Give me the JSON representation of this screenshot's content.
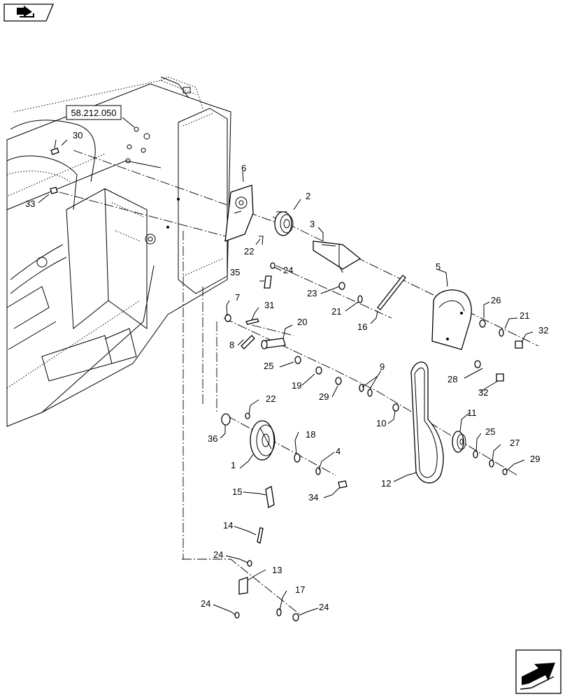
{
  "reference_box": {
    "text": "58.212.050"
  },
  "icons": {
    "top_left": "section-nav-icon",
    "bottom_right": "next-page-arrow-icon"
  },
  "callouts": {
    "c1": "1",
    "c2": "2",
    "c3": "3",
    "c4": "4",
    "c5": "5",
    "c6": "6",
    "c7": "7",
    "c8": "8",
    "c9": "9",
    "c10": "10",
    "c11": "11",
    "c12": "12",
    "c13": "13",
    "c14": "14",
    "c15": "15",
    "c16": "16",
    "c17": "17",
    "c18": "18",
    "c19": "19",
    "c20": "20",
    "c21a": "21",
    "c21b": "21",
    "c22a": "22",
    "c22b": "22",
    "c23": "23",
    "c24a": "24",
    "c24b": "24",
    "c24c": "24",
    "c24d": "24",
    "c25a": "25",
    "c25b": "25",
    "c26": "26",
    "c27": "27",
    "c28": "28",
    "c29a": "29",
    "c29b": "29",
    "c30": "30",
    "c31": "31",
    "c32a": "32",
    "c32b": "32",
    "c33": "33",
    "c34": "34",
    "c35": "35",
    "c36": "36"
  }
}
